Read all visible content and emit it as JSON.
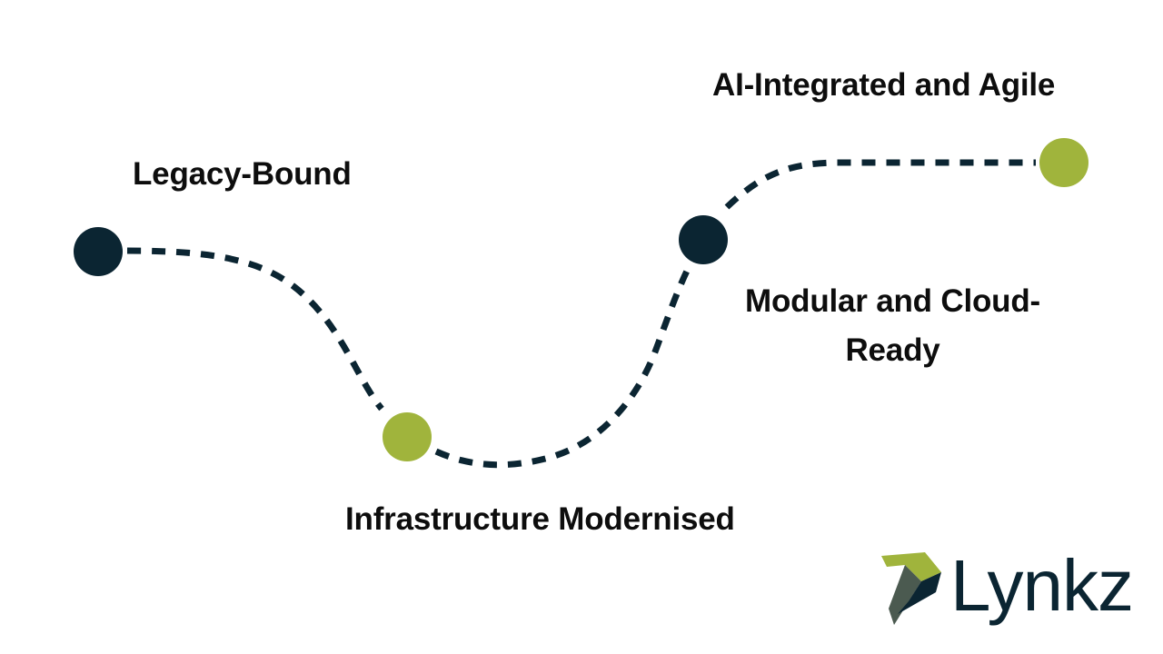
{
  "colors": {
    "background": "#ffffff",
    "path": "#0b2532",
    "node_dark": "#0b2532",
    "node_green": "#a0b43c",
    "text": "#0d0d0d",
    "logo_dark": "#0b2532",
    "logo_green": "#a0b43c",
    "logo_gray": "#4b5a50"
  },
  "journey": {
    "stages": [
      {
        "label": "Legacy-Bound",
        "node_color": "dark"
      },
      {
        "label": "Infrastructure Modernised",
        "node_color": "green"
      },
      {
        "label": "Modular and Cloud-Ready",
        "node_color": "dark"
      },
      {
        "label": "AI-Integrated and Agile",
        "node_color": "green"
      }
    ]
  },
  "logo": {
    "text": "Lynkz",
    "icon": "lynkz-logo-icon"
  }
}
